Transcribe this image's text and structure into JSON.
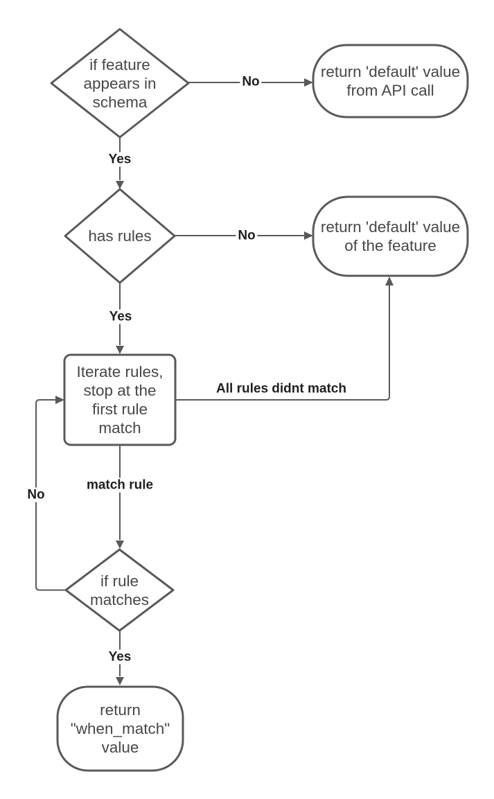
{
  "theme": {
    "background": "#ffffff",
    "shape_fill": "#ffffff",
    "stroke": "#595959",
    "node_text": "#474747",
    "edge_label_text": "#1f1f1f"
  },
  "diagram": {
    "type": "flowchart",
    "nodes": {
      "decision_feature_in_schema": {
        "type": "decision",
        "text": "if feature\nappears in\nschema"
      },
      "terminator_default_api": {
        "type": "terminator",
        "text": "return 'default' value\nfrom API call"
      },
      "decision_has_rules": {
        "type": "decision",
        "text": "has rules"
      },
      "terminator_default_feature": {
        "type": "terminator",
        "text": "return 'default' value\nof the feature"
      },
      "process_iterate_rules": {
        "type": "process",
        "text": "Iterate rules,\nstop at the\nfirst rule\nmatch"
      },
      "decision_rule_matches": {
        "type": "decision",
        "text": "if rule\nmatches"
      },
      "terminator_when_match": {
        "type": "terminator",
        "text": "return\n\"when_match\"\nvalue"
      }
    },
    "edges": [
      {
        "from": "decision_feature_in_schema",
        "to": "terminator_default_api",
        "label": "No"
      },
      {
        "from": "decision_feature_in_schema",
        "to": "decision_has_rules",
        "label": "Yes"
      },
      {
        "from": "decision_has_rules",
        "to": "terminator_default_feature",
        "label": "No"
      },
      {
        "from": "decision_has_rules",
        "to": "process_iterate_rules",
        "label": "Yes"
      },
      {
        "from": "process_iterate_rules",
        "to": "terminator_default_feature",
        "label": "All rules didnt match"
      },
      {
        "from": "process_iterate_rules",
        "to": "decision_rule_matches",
        "label": "match rule"
      },
      {
        "from": "decision_rule_matches",
        "to": "process_iterate_rules",
        "label": "No"
      },
      {
        "from": "decision_rule_matches",
        "to": "terminator_when_match",
        "label": "Yes"
      }
    ]
  }
}
